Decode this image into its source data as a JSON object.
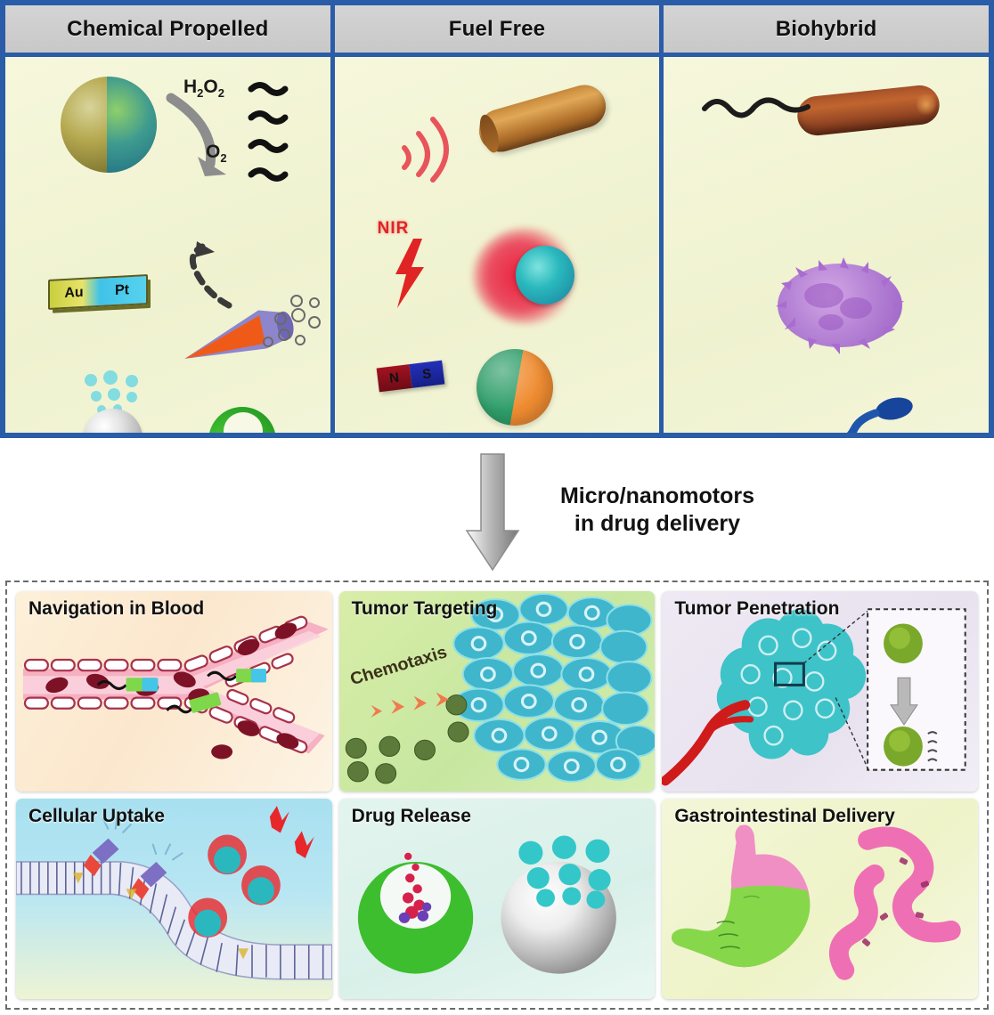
{
  "figure": {
    "title": "Micro/nanomotors in drug delivery schematic",
    "colors": {
      "border_blue": "#2a5ca8",
      "header_gray": "#cfcfcf",
      "panel_cream": "#f2f4d4",
      "dashed_gray": "#6a6a6a",
      "nir_red": "#e02424",
      "arrow_gray": "#8c8c8c"
    }
  },
  "top": {
    "columns": [
      {
        "header": "Chemical Propelled",
        "elements": {
          "janus_particle": "janus-catalytic-sphere",
          "reactant_label": "H",
          "reactant_sub1": "2",
          "reactant_mid": "O",
          "reactant_sub2": "2",
          "product_label": "O",
          "product_sub": "2",
          "nanorod_left": "Au",
          "nanorod_right": "Pt",
          "cone_motor": "conical-micromotor",
          "bubble_sphere": "bubble-propelled-sphere",
          "capsule": "green-drug-capsule",
          "wave_count": 4
        }
      },
      {
        "header": "Fuel Free",
        "elements": {
          "ultrasound": "ultrasound-waves",
          "gold_rod": "gold-nanorod",
          "nir_label": "NIR",
          "lightning": "nir-lightning-bolt",
          "photothermal_sphere": "photothermal-sphere",
          "magnet_north": "N",
          "magnet_south": "S",
          "magnetic_janus": "magnetic-janus-sphere"
        }
      },
      {
        "header": "Biohybrid",
        "elements": {
          "bacterium": "flagellated-bacterium",
          "immune_cell": "immune-cell",
          "sperm_cell": "sperm-cell"
        }
      }
    ]
  },
  "middle": {
    "arrow": "down-arrow",
    "caption_line1": "Micro/nanomotors",
    "caption_line2": "in drug delivery"
  },
  "bottom": {
    "panels": [
      {
        "title": "Navigation in Blood",
        "content": "branching-blood-vessel-with-red-blood-cells-and-nanomotors"
      },
      {
        "title": "Tumor Targeting",
        "content": "tumor-cell-cluster-with-chemotactic-particles",
        "annotation": "Chemotaxis"
      },
      {
        "title": "Tumor Penetration",
        "content": "tumor-spheroid-with-blood-vessel-and-magnified-inset"
      },
      {
        "title": "Cellular Uptake",
        "content": "lipid-bilayer-membrane-with-penetrating-nanomotors"
      },
      {
        "title": "Drug Release",
        "content": "green-capsule-releasing-drug-and-bubble-propelled-sphere"
      },
      {
        "title": "Gastrointestinal Delivery",
        "content": "stomach-and-intestine-with-micromotors"
      }
    ]
  }
}
